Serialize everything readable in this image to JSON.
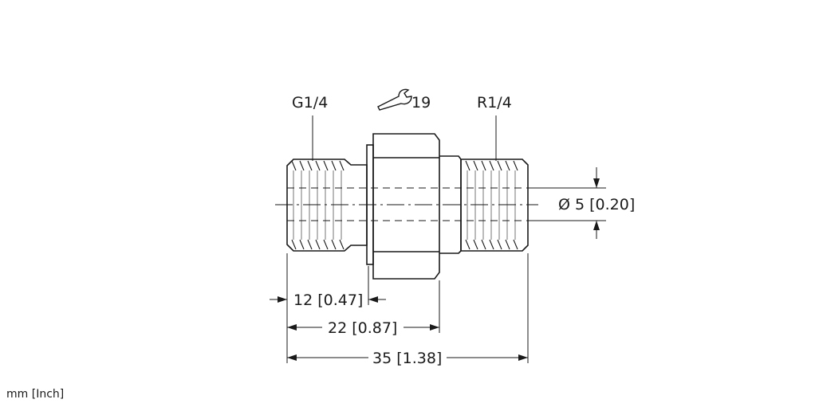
{
  "labels": {
    "left_thread": "G1/4",
    "wrench": "19",
    "right_thread": "R1/4",
    "bore": "Ø 5 [0.20]",
    "dim_12": "12 [0.47]",
    "dim_22": "22 [0.87]",
    "dim_35": "35 [1.38]"
  },
  "units": "mm [Inch]",
  "icons": {
    "wrench": "wrench-icon"
  }
}
